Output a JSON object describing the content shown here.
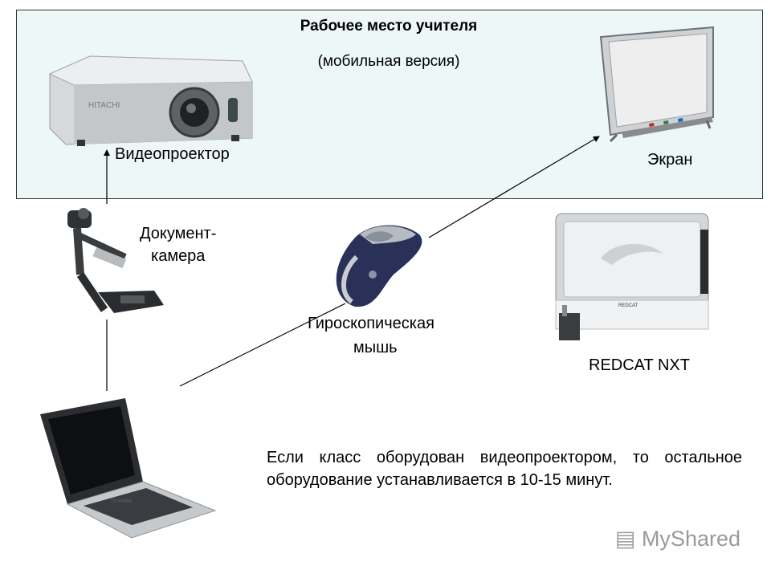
{
  "header": {
    "title": "Рабочее место учителя",
    "subtitle": "(мобильная версия)"
  },
  "labels": {
    "projector": "Видеопроектор",
    "screen": "Экран",
    "doc_camera_line1": "Документ-",
    "doc_camera_line2": "камера",
    "mouse_line1": "Гироскопическая",
    "mouse_line2": "мышь",
    "redcat": "REDCAT NXT",
    "projector_brand": "HITACHI",
    "redcat_badge": "REDCAT",
    "laptop_brand": "TOSHIBA"
  },
  "note": "Если класс оборудован видеопроектором, то остальное оборудование устанавливается в 10-15 минут.",
  "watermark": "MyShared",
  "colors": {
    "panel_bg": "#eef7f8",
    "line": "#000000"
  }
}
